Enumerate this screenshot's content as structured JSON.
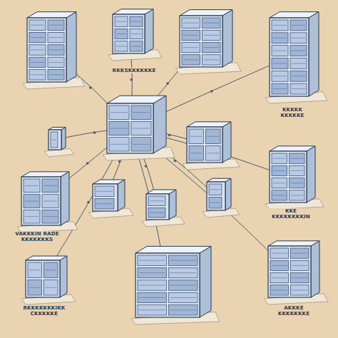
{
  "diagram": {
    "labels": [
      "RKKSKKKKKKE",
      "KKKKK KKKKKE",
      "VAKKKIN RADE KKKKKKKS",
      "KKE KKKKKKKKIN",
      "RKKKKKKKIKK CKKKKKE",
      "AKKKE KKKKKKKE"
    ]
  }
}
